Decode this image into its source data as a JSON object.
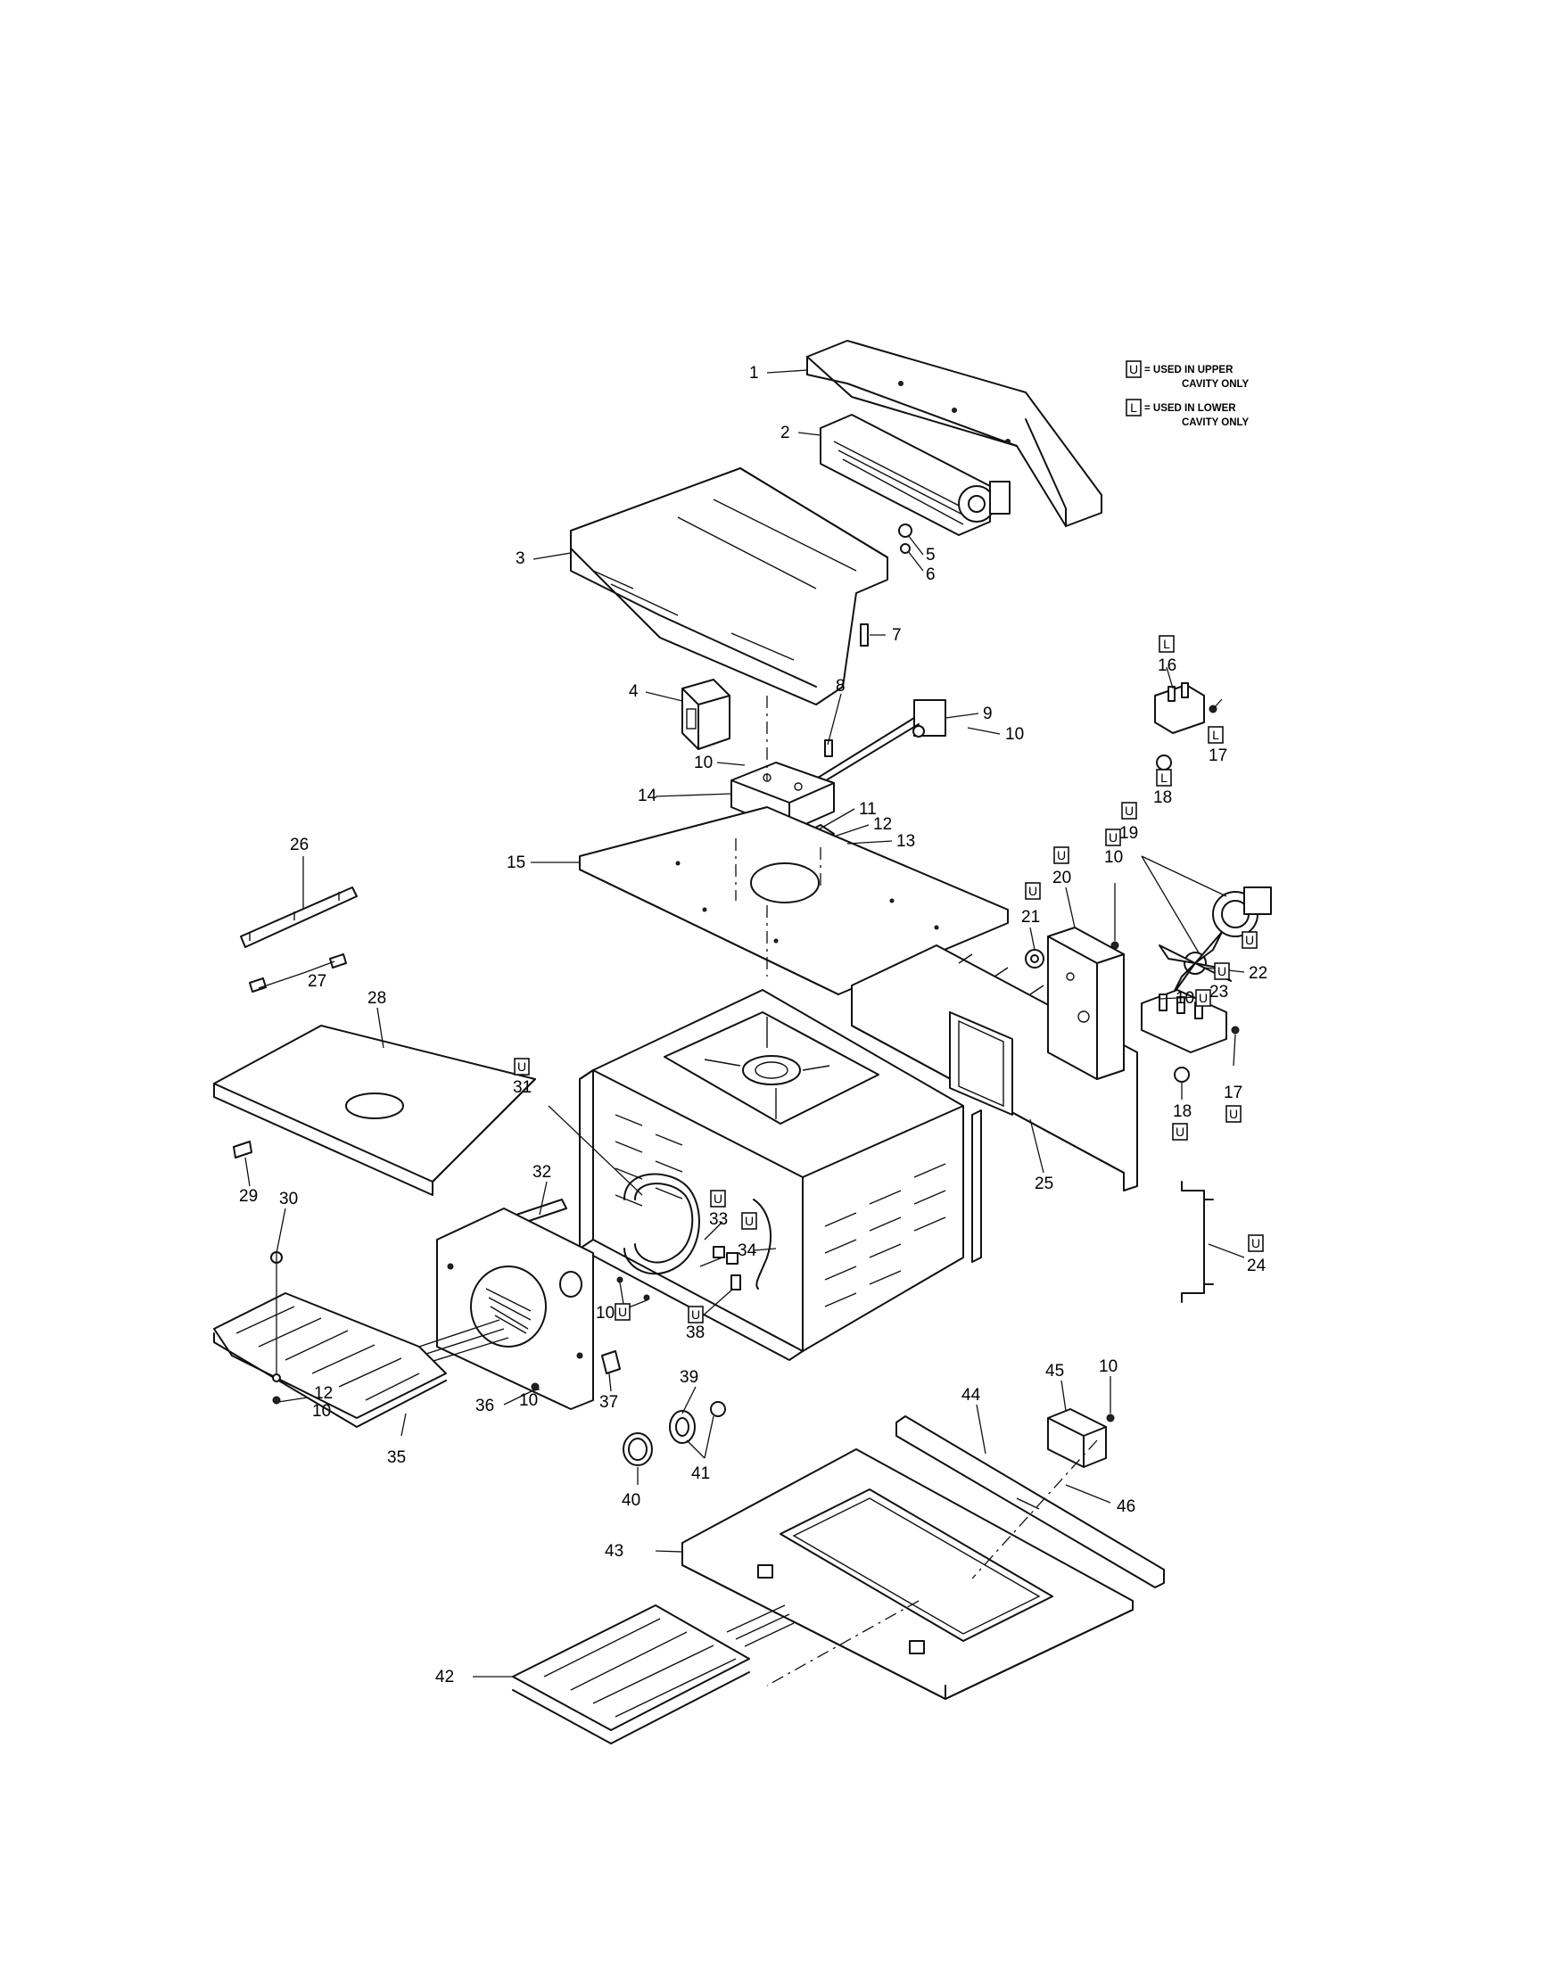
{
  "legend": [
    {
      "code": "U",
      "line1": "= USED IN UPPER",
      "line2": "CAVITY ONLY"
    },
    {
      "code": "L",
      "line1": "= USED IN LOWER",
      "line2": "CAVITY ONLY"
    }
  ],
  "callouts": [
    "1",
    "2",
    "3",
    "4",
    "5",
    "6",
    "7",
    "8",
    "9",
    "10",
    "11",
    "12",
    "13",
    "14",
    "15",
    "16",
    "17",
    "18",
    "19",
    "20",
    "21",
    "22",
    "23",
    "24",
    "25",
    "26",
    "27",
    "28",
    "29",
    "30",
    "31",
    "32",
    "33",
    "34",
    "35",
    "36",
    "37",
    "38",
    "39",
    "40",
    "41",
    "42",
    "43",
    "44",
    "45",
    "46"
  ],
  "callout_labels": {
    "c1": "1",
    "c2": "2",
    "c3": "3",
    "c4": "4",
    "c5": "5",
    "c6": "6",
    "c7": "7",
    "c8": "8",
    "c9": "9",
    "c10": "10",
    "c11": "11",
    "c12": "12",
    "c13": "13",
    "c14": "14",
    "c15": "15",
    "c16": "16",
    "c17": "17",
    "c18": "18",
    "c19": "19",
    "c20": "20",
    "c21": "21",
    "c22": "22",
    "c23": "23",
    "c24": "24",
    "c25": "25",
    "c26": "26",
    "c27": "27",
    "c28": "28",
    "c29": "29",
    "c30": "30",
    "c31": "31",
    "c32": "32",
    "c33": "33",
    "c34": "34",
    "c35": "35",
    "c36": "36",
    "c37": "37",
    "c38": "38",
    "c39": "39",
    "c40": "40",
    "c41": "41",
    "c42": "42",
    "c43": "43",
    "c44": "44",
    "c45": "45",
    "c46": "46"
  },
  "codes": {
    "upper": "U",
    "lower": "L"
  }
}
